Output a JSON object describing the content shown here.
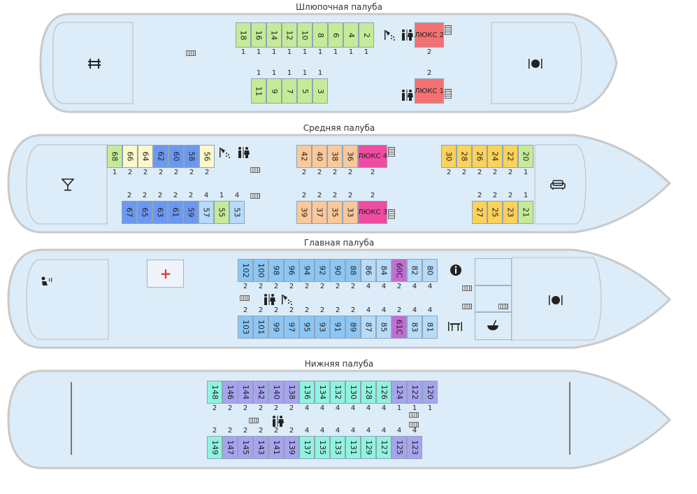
{
  "decks": {
    "boat": {
      "title": "Шлюпочная палуба"
    },
    "middle": {
      "title": "Средняя палуба"
    },
    "main": {
      "title": "Главная палуба"
    },
    "lower": {
      "title": "Нижняя палуба"
    }
  },
  "colors": {
    "hull_fill": "#dcecf8",
    "hull_stroke": "#c9c9c9",
    "green": "#c6eb98",
    "cream": "#fdf8c9",
    "blue": "#6d98f0",
    "lightblue": "#b7dbf8",
    "peach": "#f9c99a",
    "gold": "#fbd25a",
    "sky": "#8dc6f3",
    "violet": "#c46bd6",
    "lavender": "#a7a4ef",
    "aqua": "#90f3df",
    "red": "#f47171",
    "pink": "#ee4ca0"
  },
  "icons": {
    "boat": [
      "bench-icon",
      "stairs-icon",
      "shower-icon",
      "wc-icon",
      "restaurant-icon"
    ],
    "middle": [
      "bar-icon",
      "shower-icon",
      "wc-icon",
      "sofa-icon"
    ],
    "main": [
      "massage-icon",
      "medical-icon",
      "info-icon",
      "shower-icon",
      "wc-icon",
      "table-icon",
      "soup-icon",
      "restaurant-icon"
    ],
    "lower": [
      "stairs-icon",
      "wc-icon"
    ]
  },
  "cabins": {
    "boat_top": [
      {
        "no": "18",
        "color": "green",
        "berths": "1"
      },
      {
        "no": "16",
        "color": "green",
        "berths": "1"
      },
      {
        "no": "14",
        "color": "green",
        "berths": "1"
      },
      {
        "no": "12",
        "color": "green",
        "berths": "1"
      },
      {
        "no": "10",
        "color": "green",
        "berths": "1"
      },
      {
        "no": "8",
        "color": "green",
        "berths": "1"
      },
      {
        "no": "6",
        "color": "green",
        "berths": "1"
      },
      {
        "no": "4",
        "color": "green",
        "berths": "1"
      },
      {
        "no": "2",
        "color": "green",
        "berths": "1"
      }
    ],
    "boat_bottom": [
      {
        "no": "11",
        "color": "green",
        "berths": "1"
      },
      {
        "no": "9",
        "color": "green",
        "berths": "1"
      },
      {
        "no": "7",
        "color": "green",
        "berths": "1"
      },
      {
        "no": "5",
        "color": "green",
        "berths": "1"
      },
      {
        "no": "3",
        "color": "green",
        "berths": "1"
      }
    ],
    "boat_lux": [
      {
        "no": "ЛЮКС 2",
        "color": "red",
        "berths": "2"
      },
      {
        "no": "ЛЮКС 1",
        "color": "red",
        "berths": "2"
      }
    ],
    "middle_top_left": [
      {
        "no": "68",
        "color": "green",
        "berths": "1"
      },
      {
        "no": "66",
        "color": "cream",
        "berths": "2"
      },
      {
        "no": "64",
        "color": "cream",
        "berths": "2"
      },
      {
        "no": "62",
        "color": "blue",
        "berths": "2"
      },
      {
        "no": "60",
        "color": "blue",
        "berths": "2"
      },
      {
        "no": "58",
        "color": "blue",
        "berths": "2"
      },
      {
        "no": "56",
        "color": "cream",
        "berths": "2"
      }
    ],
    "middle_bottom_left": [
      {
        "no": "67",
        "color": "blue",
        "berths": "2"
      },
      {
        "no": "65",
        "color": "blue",
        "berths": "2"
      },
      {
        "no": "63",
        "color": "blue",
        "berths": "2"
      },
      {
        "no": "61",
        "color": "blue",
        "berths": "2"
      },
      {
        "no": "59",
        "color": "blue",
        "berths": "2"
      },
      {
        "no": "57",
        "color": "lightblue",
        "berths": "4"
      },
      {
        "no": "55",
        "color": "green",
        "berths": "1"
      },
      {
        "no": "53",
        "color": "lightblue",
        "berths": "4"
      }
    ],
    "middle_top_center": [
      {
        "no": "42",
        "color": "peach",
        "berths": "2"
      },
      {
        "no": "40",
        "color": "peach",
        "berths": "2"
      },
      {
        "no": "38",
        "color": "peach",
        "berths": "2"
      },
      {
        "no": "36",
        "color": "peach",
        "berths": "2"
      }
    ],
    "middle_bottom_center": [
      {
        "no": "39",
        "color": "peach",
        "berths": "2"
      },
      {
        "no": "37",
        "color": "peach",
        "berths": "2"
      },
      {
        "no": "35",
        "color": "peach",
        "berths": "2"
      },
      {
        "no": "33",
        "color": "peach",
        "berths": "2"
      }
    ],
    "middle_lux": [
      {
        "no": "ЛЮКС 4",
        "color": "pink",
        "berths": "2"
      },
      {
        "no": "ЛЮКС 3",
        "color": "pink",
        "berths": "2"
      }
    ],
    "middle_top_right": [
      {
        "no": "30",
        "color": "gold",
        "berths": "2"
      },
      {
        "no": "28",
        "color": "gold",
        "berths": "2"
      },
      {
        "no": "26",
        "color": "gold",
        "berths": "2"
      },
      {
        "no": "24",
        "color": "gold",
        "berths": "2"
      },
      {
        "no": "22",
        "color": "gold",
        "berths": "2"
      },
      {
        "no": "20",
        "color": "green",
        "berths": "1"
      }
    ],
    "middle_bottom_right": [
      {
        "no": "27",
        "color": "gold",
        "berths": "2"
      },
      {
        "no": "25",
        "color": "gold",
        "berths": "2"
      },
      {
        "no": "23",
        "color": "gold",
        "berths": "2"
      },
      {
        "no": "21",
        "color": "green",
        "berths": "1"
      }
    ],
    "main_top": [
      {
        "no": "102",
        "color": "sky",
        "berths": "2"
      },
      {
        "no": "100",
        "color": "sky",
        "berths": "2"
      },
      {
        "no": "98",
        "color": "sky",
        "berths": "2"
      },
      {
        "no": "96",
        "color": "sky",
        "berths": "2"
      },
      {
        "no": "94",
        "color": "sky",
        "berths": "2"
      },
      {
        "no": "92",
        "color": "sky",
        "berths": "2"
      },
      {
        "no": "90",
        "color": "sky",
        "berths": "2"
      },
      {
        "no": "88",
        "color": "sky",
        "berths": "2"
      },
      {
        "no": "86",
        "color": "lightblue",
        "berths": "4"
      },
      {
        "no": "84",
        "color": "lightblue",
        "berths": "4"
      },
      {
        "no": "60С",
        "color": "violet",
        "berths": "2"
      },
      {
        "no": "82",
        "color": "lightblue",
        "berths": "4"
      },
      {
        "no": "80",
        "color": "lightblue",
        "berths": "4"
      }
    ],
    "main_bottom": [
      {
        "no": "103",
        "color": "sky",
        "berths": "2"
      },
      {
        "no": "101",
        "color": "sky",
        "berths": "2"
      },
      {
        "no": "99",
        "color": "sky",
        "berths": "2"
      },
      {
        "no": "97",
        "color": "sky",
        "berths": "2"
      },
      {
        "no": "95",
        "color": "sky",
        "berths": "2"
      },
      {
        "no": "93",
        "color": "sky",
        "berths": "2"
      },
      {
        "no": "91",
        "color": "sky",
        "berths": "2"
      },
      {
        "no": "89",
        "color": "sky",
        "berths": "2"
      },
      {
        "no": "87",
        "color": "lightblue",
        "berths": "4"
      },
      {
        "no": "85",
        "color": "lightblue",
        "berths": "4"
      },
      {
        "no": "61С",
        "color": "violet",
        "berths": "2"
      },
      {
        "no": "83",
        "color": "lightblue",
        "berths": "4"
      },
      {
        "no": "81",
        "color": "lightblue",
        "berths": "4"
      }
    ],
    "lower_top": [
      {
        "no": "148",
        "color": "aqua",
        "berths": "2"
      },
      {
        "no": "146",
        "color": "lavender",
        "berths": "2"
      },
      {
        "no": "144",
        "color": "lavender",
        "berths": "2"
      },
      {
        "no": "142",
        "color": "lavender",
        "berths": "2"
      },
      {
        "no": "140",
        "color": "lavender",
        "berths": "2"
      },
      {
        "no": "138",
        "color": "lavender",
        "berths": "2"
      },
      {
        "no": "136",
        "color": "aqua",
        "berths": "4"
      },
      {
        "no": "134",
        "color": "aqua",
        "berths": "4"
      },
      {
        "no": "132",
        "color": "aqua",
        "berths": "4"
      },
      {
        "no": "130",
        "color": "aqua",
        "berths": "4"
      },
      {
        "no": "128",
        "color": "aqua",
        "berths": "4"
      },
      {
        "no": "126",
        "color": "aqua",
        "berths": "4"
      },
      {
        "no": "124",
        "color": "lavender",
        "berths": "1"
      },
      {
        "no": "122",
        "color": "lavender",
        "berths": "1"
      },
      {
        "no": "120",
        "color": "lavender",
        "berths": "1"
      }
    ],
    "lower_bottom": [
      {
        "no": "149",
        "color": "aqua",
        "berths": "2"
      },
      {
        "no": "147",
        "color": "lavender",
        "berths": "2"
      },
      {
        "no": "145",
        "color": "lavender",
        "berths": "2"
      },
      {
        "no": "143",
        "color": "lavender",
        "berths": "2"
      },
      {
        "no": "141",
        "color": "lavender",
        "berths": "2"
      },
      {
        "no": "139",
        "color": "lavender",
        "berths": "2"
      },
      {
        "no": "137",
        "color": "aqua",
        "berths": "4"
      },
      {
        "no": "135",
        "color": "aqua",
        "berths": "4"
      },
      {
        "no": "133",
        "color": "aqua",
        "berths": "4"
      },
      {
        "no": "131",
        "color": "aqua",
        "berths": "4"
      },
      {
        "no": "129",
        "color": "aqua",
        "berths": "4"
      },
      {
        "no": "127",
        "color": "aqua",
        "berths": "4"
      },
      {
        "no": "125",
        "color": "lavender",
        "berths": "4"
      },
      {
        "no": "123",
        "color": "lavender",
        "berths": "4"
      }
    ]
  }
}
